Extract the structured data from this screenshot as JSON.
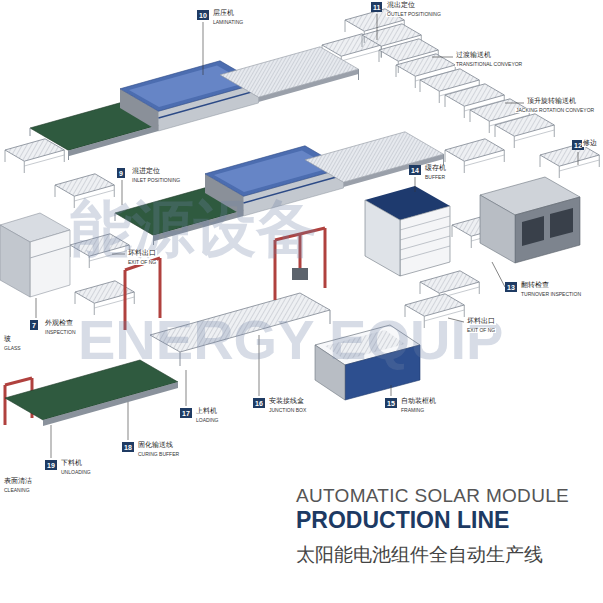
{
  "diagram": {
    "title": "PRODUCTION LINE",
    "caption": "太阳能电池组件全自动生产线",
    "labels": [
      "10",
      "层压机",
      "LAMINATING",
      "11",
      "混出定位",
      "OUTLET POSITIONING",
      "过渡输送机",
      "TRANSITIONAL CONVEYOR",
      "顶升旋转输送机",
      "JACKING ROTATION CONVEYOR",
      "12",
      "修边",
      "9",
      "混进定位",
      "INLET POSITIONING",
      "14",
      "缓存机",
      "BUFFER",
      "坏料出口",
      "EXIT OF NG",
      "13",
      "翻转检查",
      "TURNOVER INSPECTION",
      "坏料出口",
      "EXIT OF NG",
      "7",
      "外观检查",
      "INSPECTION",
      "玻",
      "GLASS",
      "17",
      "上料机",
      "LOADING",
      "16",
      "安装接线盒",
      "JUNCTION BOX",
      "15",
      "自动装框机",
      "FRAMING",
      "18",
      "固化输送线",
      "CURING BUFFER",
      "19",
      "下料机",
      "UNLOADING",
      "表面清洁",
      "CLEANING",
      "能源设备",
      "ENERGY EQUIP",
      "AUTOMATIC SOLAR MODULE"
    ]
  }
}
